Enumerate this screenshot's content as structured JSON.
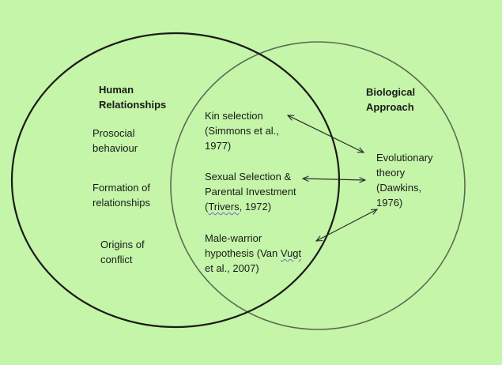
{
  "colors": {
    "background": "#c4f5a8",
    "left_circle": "#1a1a1a",
    "right_circle": "#5a6b52",
    "arrow": "#2a2a2a",
    "text": "#1a1a1a"
  },
  "left_set": {
    "title_line1": "Human",
    "title_line2": "Relationships",
    "items": [
      {
        "line1": "Prosocial",
        "line2": "behaviour"
      },
      {
        "line1": "Formation of",
        "line2": "relationships"
      },
      {
        "line1": "Origins of",
        "line2": "conflict"
      }
    ]
  },
  "right_set": {
    "title_line1": "Biological",
    "title_line2": "Approach",
    "theory": {
      "line1": "Evolutionary",
      "line2": "theory",
      "line3": "(Dawkins,",
      "line4": "1976)"
    }
  },
  "overlap": [
    {
      "line1": "Kin selection",
      "line2": "(Simmons et al.,",
      "line3": "1977)"
    },
    {
      "line1": "Sexual Selection &",
      "line2": "Parental Investment",
      "line3_a": "(",
      "line3_b": "Trivers",
      "line3_c": ", 1972)"
    },
    {
      "line1": "Male-warrior",
      "line2_a": "hypothesis (Van ",
      "line2_b": "Vugt",
      "line3": "et al., 2007)"
    }
  ]
}
